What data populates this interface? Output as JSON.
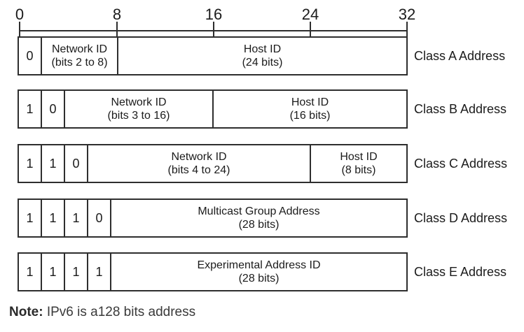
{
  "ruler": {
    "ticks": [
      "0",
      "8",
      "16",
      "24",
      "32"
    ]
  },
  "rows": [
    {
      "label": "Class A Address",
      "bits": [
        "0"
      ],
      "cells": [
        {
          "line1": "Network ID",
          "line2": "(bits 2 to 8)"
        },
        {
          "line1": "Host ID",
          "line2": "(24 bits)"
        }
      ]
    },
    {
      "label": "Class B Address",
      "bits": [
        "1",
        "0"
      ],
      "cells": [
        {
          "line1": "Network ID",
          "line2": "(bits 3 to 16)"
        },
        {
          "line1": "Host ID",
          "line2": "(16 bits)"
        }
      ]
    },
    {
      "label": "Class C Address",
      "bits": [
        "1",
        "1",
        "0"
      ],
      "cells": [
        {
          "line1": "Network ID",
          "line2": "(bits 4 to 24)"
        },
        {
          "line1": "Host ID",
          "line2": "(8 bits)"
        }
      ]
    },
    {
      "label": "Class D Address",
      "bits": [
        "1",
        "1",
        "1",
        "0"
      ],
      "cells": [
        {
          "line1": "Multicast Group Address",
          "line2": "(28 bits)"
        }
      ]
    },
    {
      "label": "Class E Address",
      "bits": [
        "1",
        "1",
        "1",
        "1"
      ],
      "cells": [
        {
          "line1": "Experimental Address ID",
          "line2": "(28 bits)"
        }
      ]
    }
  ],
  "note": {
    "bold": "Note:",
    "rest": " IPv6 is a128 bits address"
  }
}
